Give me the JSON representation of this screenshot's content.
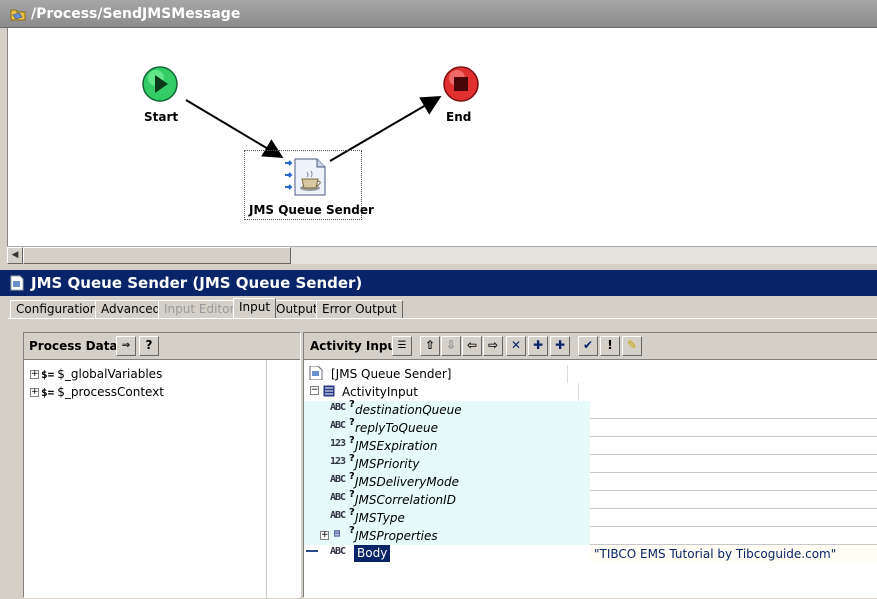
{
  "process": {
    "title": "/Process/SendJMSMessage",
    "nodes": {
      "start": "Start",
      "end": "End",
      "activity": "JMS Queue Sender"
    }
  },
  "config": {
    "title": "JMS Queue Sender (JMS Queue Sender)",
    "tabs": [
      "Configuration",
      "Advanced",
      "Input Editor",
      "Input",
      "Output",
      "Error Output"
    ],
    "active_tab": "Input"
  },
  "process_data": {
    "label": "Process Data:",
    "items": [
      {
        "icon": "$=",
        "label": "$_globalVariables"
      },
      {
        "icon": "$=",
        "label": "$_processContext"
      }
    ]
  },
  "activity_input": {
    "label": "Activity Input:",
    "root": "[JMS Queue Sender]",
    "group": "ActivityInput",
    "fields": [
      {
        "type": "ABC",
        "name": "destinationQueue"
      },
      {
        "type": "ABC",
        "name": "replyToQueue"
      },
      {
        "type": "123",
        "name": "JMSExpiration"
      },
      {
        "type": "123",
        "name": "JMSPriority"
      },
      {
        "type": "ABC",
        "name": "JMSDeliveryMode"
      },
      {
        "type": "ABC",
        "name": "JMSCorrelationID"
      },
      {
        "type": "ABC",
        "name": "JMSType"
      },
      {
        "type": "GRP",
        "name": "JMSProperties"
      }
    ],
    "body": {
      "type": "ABC",
      "name": "Body",
      "value": "\"TIBCO EMS Tutorial by Tibcoguide.com\""
    }
  },
  "colors": {
    "title_bar": "#0a246a",
    "start": "#33cc66",
    "end": "#e03030",
    "row_bg": "#e6fafa"
  }
}
